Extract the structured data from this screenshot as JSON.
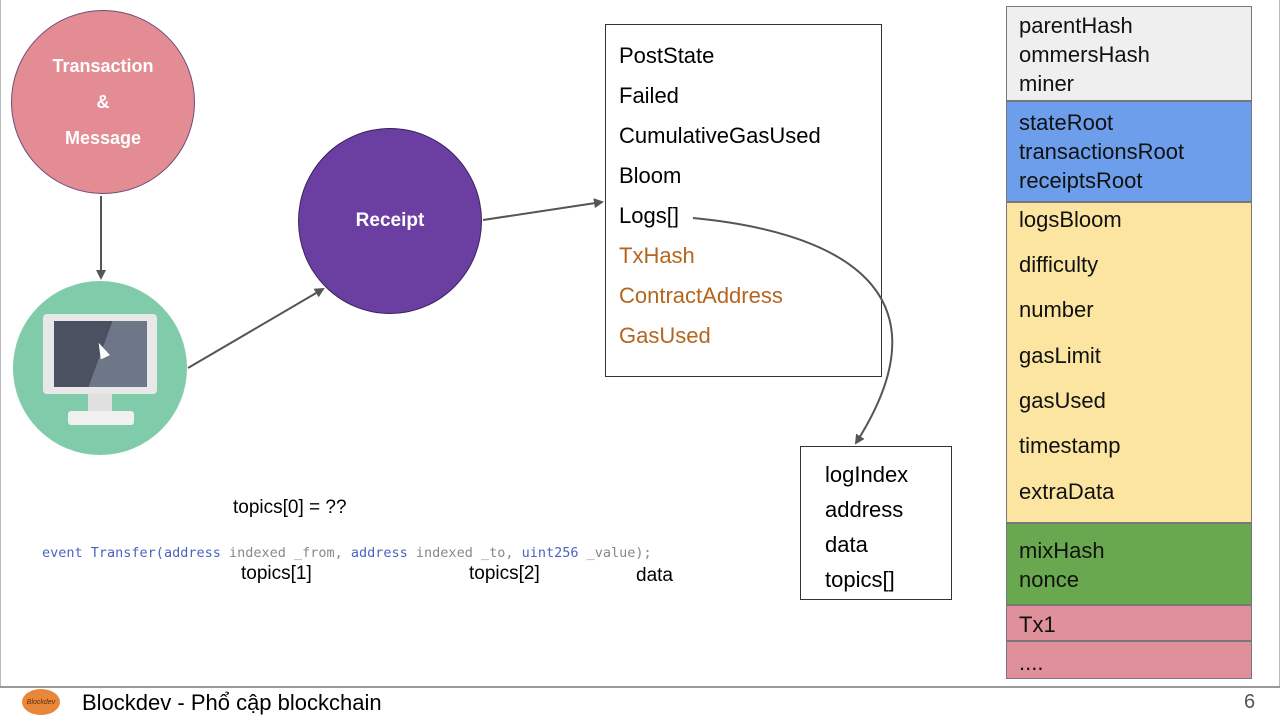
{
  "circles": {
    "transaction": [
      "Transaction",
      "&",
      "Message"
    ],
    "receipt": "Receipt"
  },
  "receipt_fields": [
    "PostState",
    "Failed",
    "CumulativeGasUsed",
    "Bloom",
    "Logs[]"
  ],
  "receipt_extra_fields": [
    "TxHash",
    "ContractAddress",
    "GasUsed"
  ],
  "log_fields": [
    "logIndex",
    "address",
    "data",
    "topics[]"
  ],
  "block_header": {
    "group1": [
      "parentHash",
      "ommersHash",
      "miner"
    ],
    "group2": [
      "stateRoot",
      "transactionsRoot",
      "receiptsRoot"
    ],
    "group3": [
      "logsBloom",
      "difficulty",
      "number",
      "gasLimit",
      "gasUsed",
      "timestamp",
      "extraData"
    ],
    "group4": [
      "mixHash",
      "nonce"
    ],
    "group5": [
      "Tx1"
    ],
    "group6": [
      "...."
    ]
  },
  "colors": {
    "group1": "#efefef",
    "group2": "#6d9eeb",
    "group3": "#fce5a1",
    "group4": "#6aa84f",
    "group5": "#e0909a",
    "group6": "#e0909a"
  },
  "topics_question": "topics[0] = ??",
  "code": {
    "kw_event": "event",
    "name": "Transfer(",
    "kw_address1": "address",
    "part1": " indexed _from, ",
    "kw_address2": "address",
    "part2": " indexed _to, ",
    "kw_uint": "uint256",
    "part3": " _value);"
  },
  "code_labels": [
    "topics[1]",
    "topics[2]",
    "data"
  ],
  "footer": {
    "logo_text": "Blockdev",
    "title": "Blockdev - Phổ cập blockchain",
    "page": "6"
  }
}
